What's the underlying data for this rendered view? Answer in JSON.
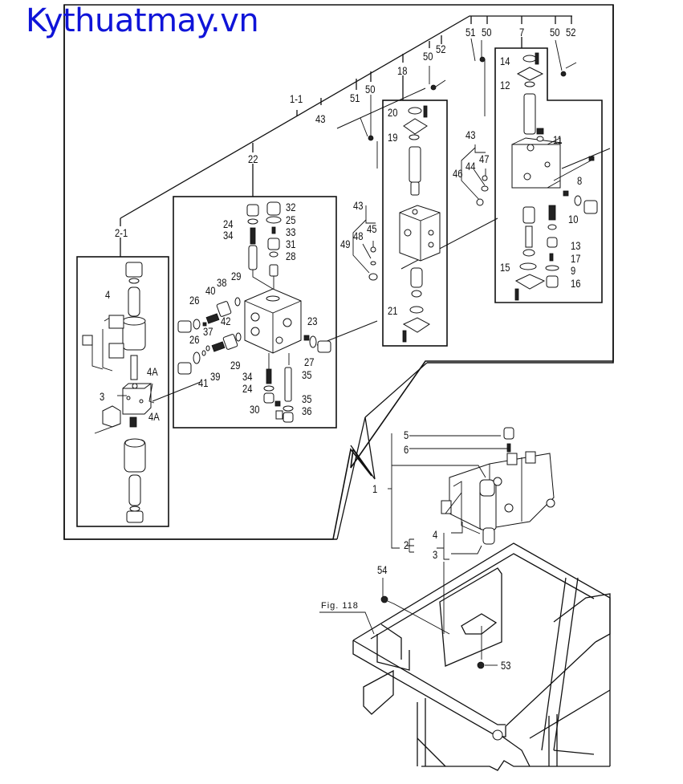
{
  "watermark": "Kythuatmay.vn",
  "figure_ref": "Fig. 118",
  "assembly_labels": {
    "main_assembly": "1",
    "sub_assembly_1_1": "1-1",
    "solenoid_valve_2": "2",
    "solenoid_valve_2_1": "2-1",
    "valve_block_22": "22",
    "valve_18": "18",
    "valve_7": "7"
  },
  "callouts": {
    "top_group": [
      "51",
      "50",
      "7",
      "50",
      "52"
    ],
    "mid_group": [
      "50",
      "52"
    ],
    "left_group": [
      "51",
      "50"
    ],
    "seal_kit_a": {
      "head": "43",
      "items": [
        "47",
        "44",
        "46"
      ]
    },
    "seal_kit_b": {
      "head": "43",
      "items": [
        "45",
        "48",
        "49"
      ]
    },
    "line_43": "43",
    "box_2_1": [
      "4",
      "3",
      "4A",
      "4A"
    ],
    "box_22": [
      "32",
      "25",
      "24",
      "34",
      "33",
      "31",
      "28",
      "29",
      "40",
      "38",
      "26",
      "23",
      "42",
      "37",
      "26",
      "27",
      "29",
      "39",
      "41",
      "34",
      "35",
      "24",
      "35",
      "30",
      "36"
    ],
    "box_18": [
      "20",
      "19",
      "21"
    ],
    "box_7": [
      "14",
      "12",
      "11",
      "8",
      "10",
      "13",
      "17",
      "15",
      "9",
      "16"
    ],
    "assembly_1": [
      "5",
      "6",
      "1",
      "4",
      "2",
      "3"
    ],
    "frame": [
      "54",
      "53"
    ]
  }
}
